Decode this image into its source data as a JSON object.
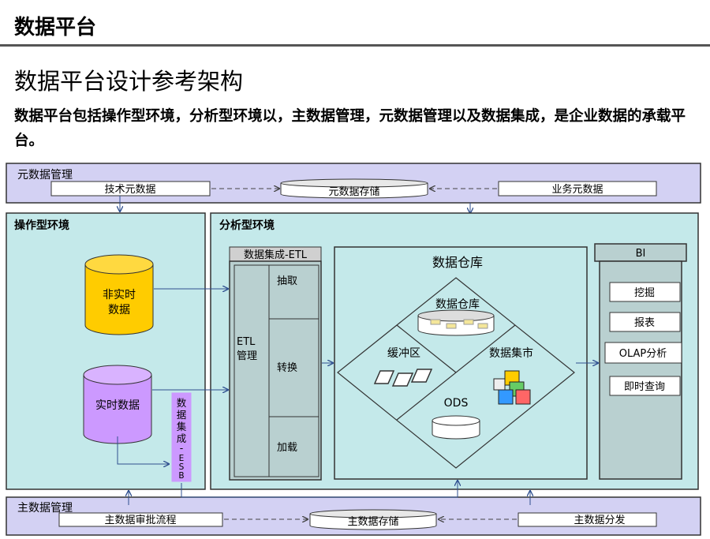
{
  "header": {
    "title": "数据平台"
  },
  "title": "数据平台设计参考架构",
  "description": "数据平台包括操作型环境，分析型环境以，主数据管理，元数据管理以及数据集成，是企业数据的承载平台。",
  "diagram": {
    "metadata": {
      "label": "元数据管理",
      "technical": "技术元数据",
      "storage": "元数据存储",
      "business": "业务元数据"
    },
    "operational": {
      "label": "操作型环境",
      "nonrealtime": [
        "非实时",
        "数据"
      ],
      "realtime": "实时数据",
      "esb": [
        "数",
        "据",
        "集",
        "成",
        "-",
        "E",
        "S",
        "B"
      ]
    },
    "analytical": {
      "label": "分析型环境",
      "integration": {
        "title": "数据集成-ETL",
        "mgmt": [
          "ETL",
          "管理"
        ],
        "extract": "抽取",
        "transform": "转换",
        "load": "加载"
      },
      "warehouse": {
        "title": "数据仓库",
        "dw": "数据仓库",
        "buffer": "缓冲区",
        "mart": "数据集市",
        "ods": "ODS"
      },
      "bi": {
        "title": "BI",
        "items": [
          "挖掘",
          "报表",
          "OLAP分析",
          "即时查询"
        ]
      }
    },
    "masterdata": {
      "label": "主数据管理",
      "approval": "主数据审批流程",
      "storage": "主数据存储",
      "distribution": "主数据分发"
    }
  }
}
